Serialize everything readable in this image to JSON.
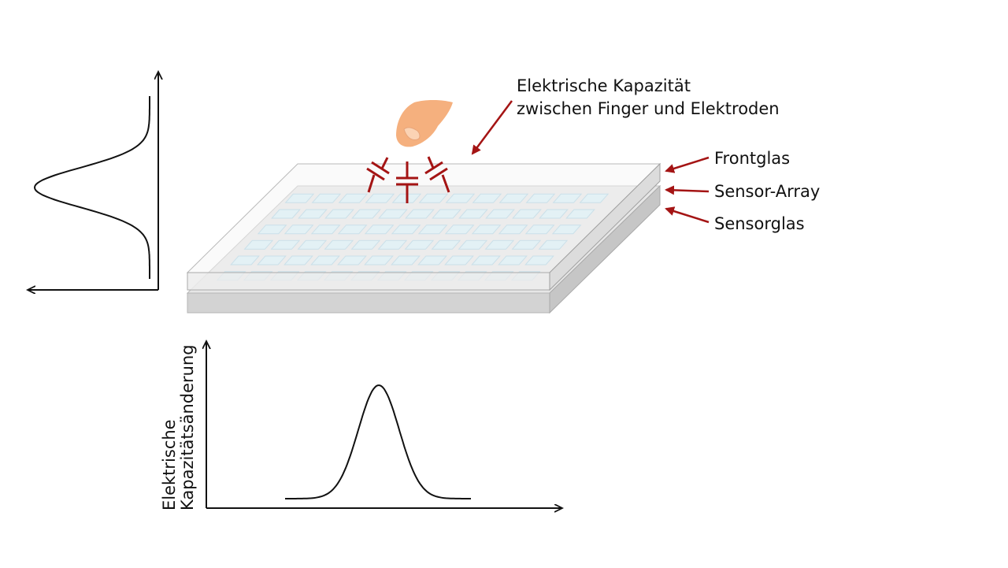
{
  "callout": {
    "line1": "Elektrische Kapazität",
    "line2": "zwischen Finger und Elektroden"
  },
  "layers": {
    "front": "Frontglas",
    "sensor_array": "Sensor-Array",
    "sensor_glass": "Sensorglas"
  },
  "bottom_plot": {
    "ylabel_line1": "Elektrische",
    "ylabel_line2": "Kapazitätsänderung"
  },
  "colors": {
    "pointer": "#a41414",
    "finger": "#f5b07e",
    "cell_fill": "#d6eef6",
    "glass": "#f1f1f1"
  },
  "icons": [
    "finger-icon",
    "capacitor-icon",
    "arrow-icon"
  ]
}
